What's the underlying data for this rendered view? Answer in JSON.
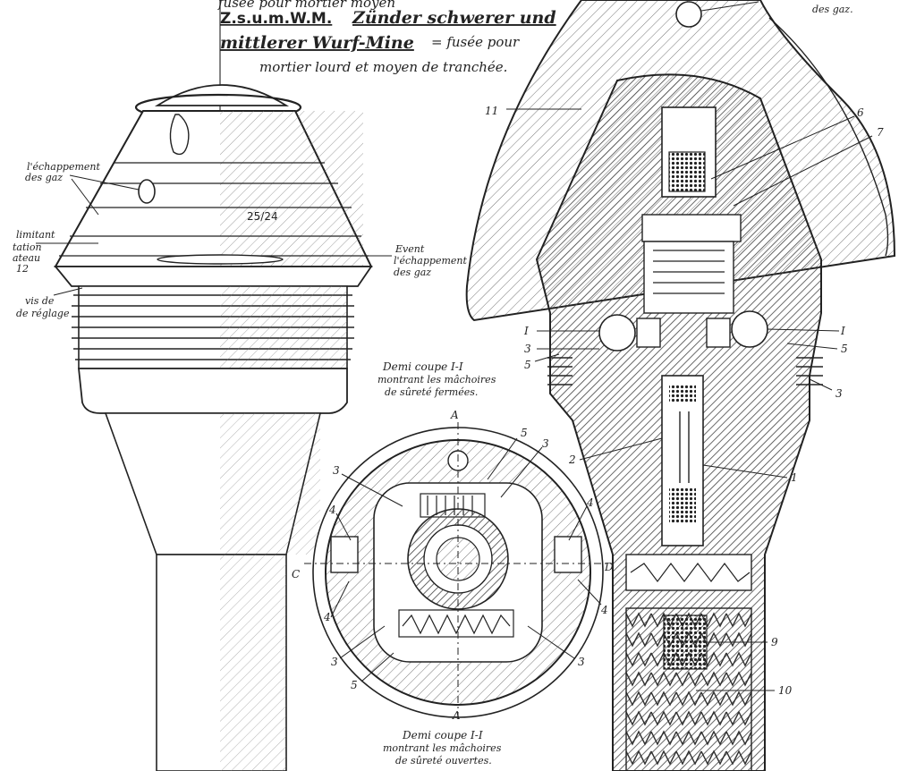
{
  "title": {
    "line0": "fusée pour mortier moyen",
    "line1_code": "Z.s.u.m.W.M.",
    "line1_rest": "Zünder schwerer und",
    "line2": "mittlerer Wurf-Mine",
    "line2_fr": "= fusée pour",
    "line3": "mortier lourd et moyen de tranchée."
  },
  "left_labels": {
    "echappement": "l'échappement",
    "des_gaz": "des gaz",
    "limitant": "limitant",
    "tation": "tation",
    "ateau": "ateau",
    "num12": "12",
    "vis_de": "vis de",
    "de_reglage": "de réglage",
    "event_1": "Event",
    "event_2": "l'échappement",
    "event_3": "des gaz",
    "stamp_num": "25/24"
  },
  "top_right_label": "des gaz.",
  "caption_closed": {
    "l1": "Demi coupe I-I",
    "l2": "montrant les mâchoires",
    "l3": "de sûreté fermées."
  },
  "caption_open": {
    "l1": "Demi coupe I-I",
    "l2": "montrant les mâchoires",
    "l3": "de sûreté ouvertes."
  },
  "section_letters": {
    "A_top": "A",
    "A_bottom": "A",
    "C": "C",
    "D": "D"
  },
  "circle_numbers": {
    "n5a": "5",
    "n3a": "3",
    "n3b": "3",
    "n4a": "4",
    "n4b": "4",
    "n4c": "4",
    "n4d": "4",
    "n3c": "3",
    "n3d": "3",
    "n5b": "5"
  },
  "right_numbers": {
    "n11": "11",
    "n6": "6",
    "n7": "7",
    "nI_left": "I",
    "n3_left": "3",
    "n5_left": "5",
    "nI_right": "I",
    "n5_right": "5",
    "n3_right": "3",
    "n2": "2",
    "n1": "1",
    "n9": "9",
    "n10": "10"
  },
  "colors": {
    "ink": "#222222",
    "paper": "#ffffff",
    "hatch": "#555555"
  }
}
